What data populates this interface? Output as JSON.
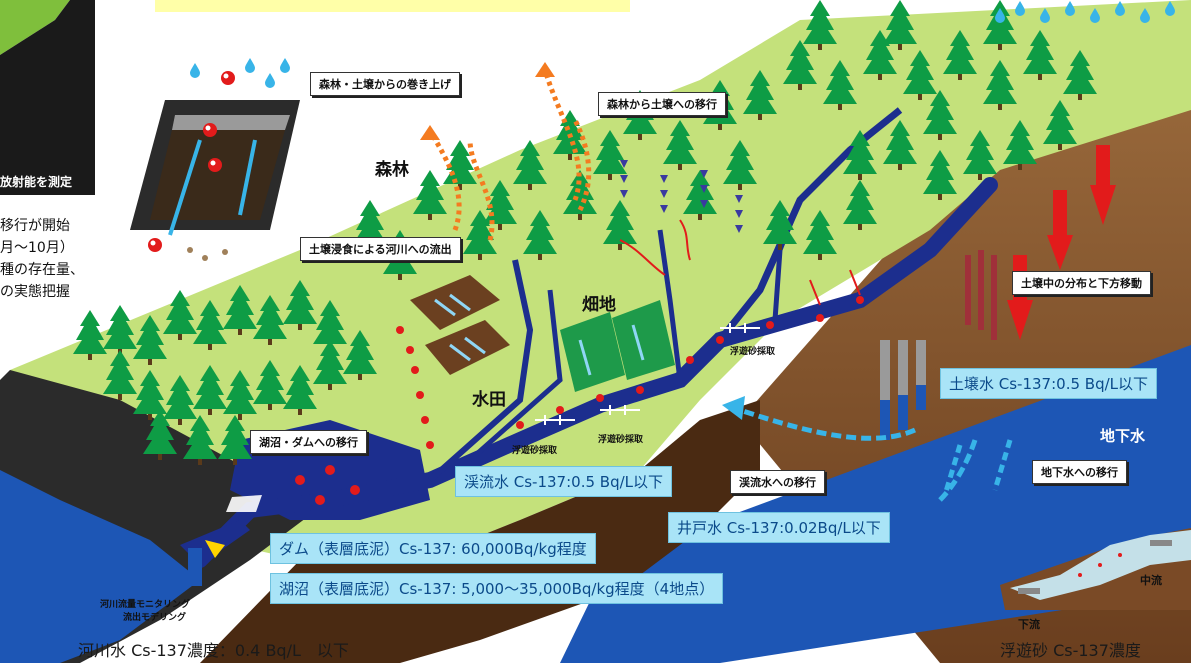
{
  "colors": {
    "forest": "#0e9c45",
    "grass": "#c4e17b",
    "soil": "#7a4a26",
    "groundwater": "#1d56b5",
    "river": "#1c2e8e",
    "label_blue": "#a9e4f7",
    "arrow_orange": "#f47b20",
    "arrow_red": "#e21b1b",
    "arrow_lightblue": "#38b4e8",
    "top_banner": "#ffffa8"
  },
  "labels": {
    "forest": "森林",
    "field": "畑地",
    "paddy": "水田",
    "groundwater": "地下水",
    "resuspension": "森林・土壌からの巻き上げ",
    "forest_to_soil": "森林から土壌への移行",
    "erosion_to_river": "土壌浸食による河川への流出",
    "to_lake_dam": "湖沼・ダムへの移行",
    "soil_distribution": "土壌中の分布と下方移動",
    "stream_transfer": "渓流水への移行",
    "to_groundwater": "地下水への移行",
    "sediment_sampling_1": "浮遊砂採取",
    "sediment_sampling_2": "浮遊砂採取",
    "sediment_sampling_3": "浮遊砂採取",
    "river_monitoring_1": "河川流量モニタリング",
    "river_monitoring_2": "流出モデリング",
    "downstream": "下流",
    "midstream": "中流"
  },
  "left_text": {
    "measure": "放射能を測定",
    "line1": "移行が開始",
    "line2": "月〜10月）",
    "line3": "種の存在量、",
    "line4": "の実態把握"
  },
  "measurements": {
    "soil_water": "土壌水 Cs-137:0.5 Bq/L以下",
    "stream_water": "渓流水 Cs-137:0.5 Bq/L以下",
    "well_water": "井戸水 Cs-137:0.02Bq/L以下",
    "dam_sediment": "ダム（表層底泥）Cs-137: 60,000Bq/kg程度",
    "lake_sediment": "湖沼（表層底泥）Cs-137: 5,000〜35,000Bq/kg程度（4地点）",
    "river_water": "河川水 Cs-137濃度：0.4 Bq/L　以下",
    "suspended_sand": "浮遊砂 Cs-137濃度"
  },
  "icons": {
    "cs_particle": "cs-particle-icon",
    "rain": "rain-drop-icon",
    "tree": "conifer-tree-icon",
    "sampling_pipe": "sampling-pipe-icon"
  }
}
